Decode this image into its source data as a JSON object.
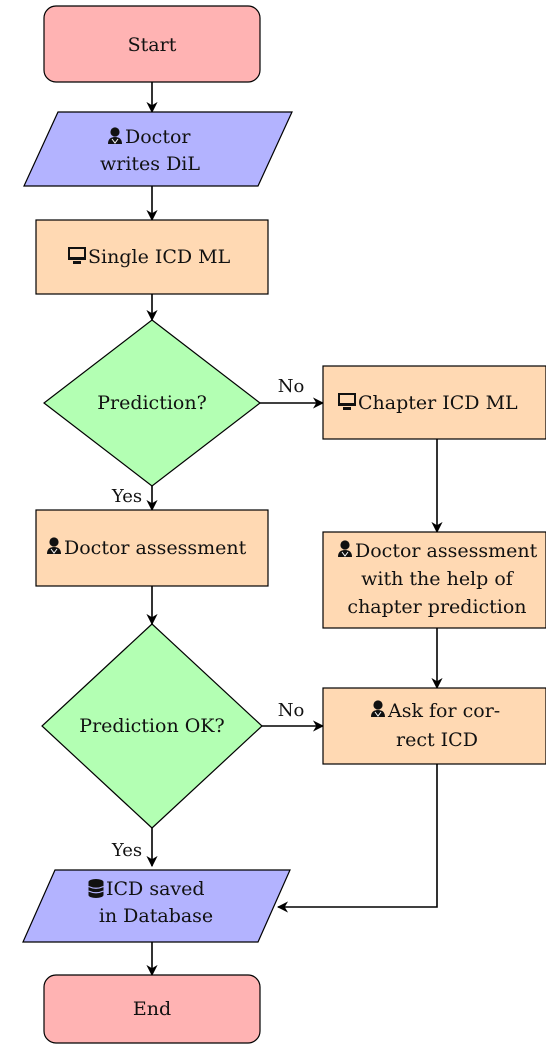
{
  "nodes": {
    "start": {
      "lines": [
        "Start"
      ],
      "icon": ""
    },
    "doctor_writes": {
      "lines": [
        "Doctor",
        "writes DiL"
      ],
      "icon": "doctor-icon"
    },
    "single_icd": {
      "lines": [
        "Single ICD ML"
      ],
      "icon": "monitor-icon"
    },
    "prediction": {
      "lines": [
        "Prediction?"
      ],
      "icon": ""
    },
    "chapter_icd": {
      "lines": [
        "Chapter ICD ML"
      ],
      "icon": "monitor-icon"
    },
    "doctor_assess": {
      "lines": [
        "Doctor assessment"
      ],
      "icon": "doctor-icon"
    },
    "doctor_assess_chapter": {
      "lines": [
        "Doctor assessment",
        "with the help of",
        "chapter prediction"
      ],
      "icon": "doctor-icon"
    },
    "prediction_ok": {
      "lines": [
        "Prediction OK?"
      ],
      "icon": ""
    },
    "ask_correct": {
      "lines": [
        "Ask for cor-",
        "rect ICD"
      ],
      "icon": "doctor-icon"
    },
    "icd_saved": {
      "lines": [
        "ICD saved",
        "in Database"
      ],
      "icon": "database-icon"
    },
    "end": {
      "lines": [
        "End"
      ],
      "icon": ""
    }
  },
  "edge_labels": {
    "pred_no": "No",
    "pred_yes": "Yes",
    "ok_no": "No",
    "ok_yes": "Yes"
  },
  "colors": {
    "terminal": "#ffb3b3",
    "io": "#b3b3ff",
    "process": "#ffd9b3",
    "decision": "#b3ffb3",
    "stroke": "#000000"
  }
}
